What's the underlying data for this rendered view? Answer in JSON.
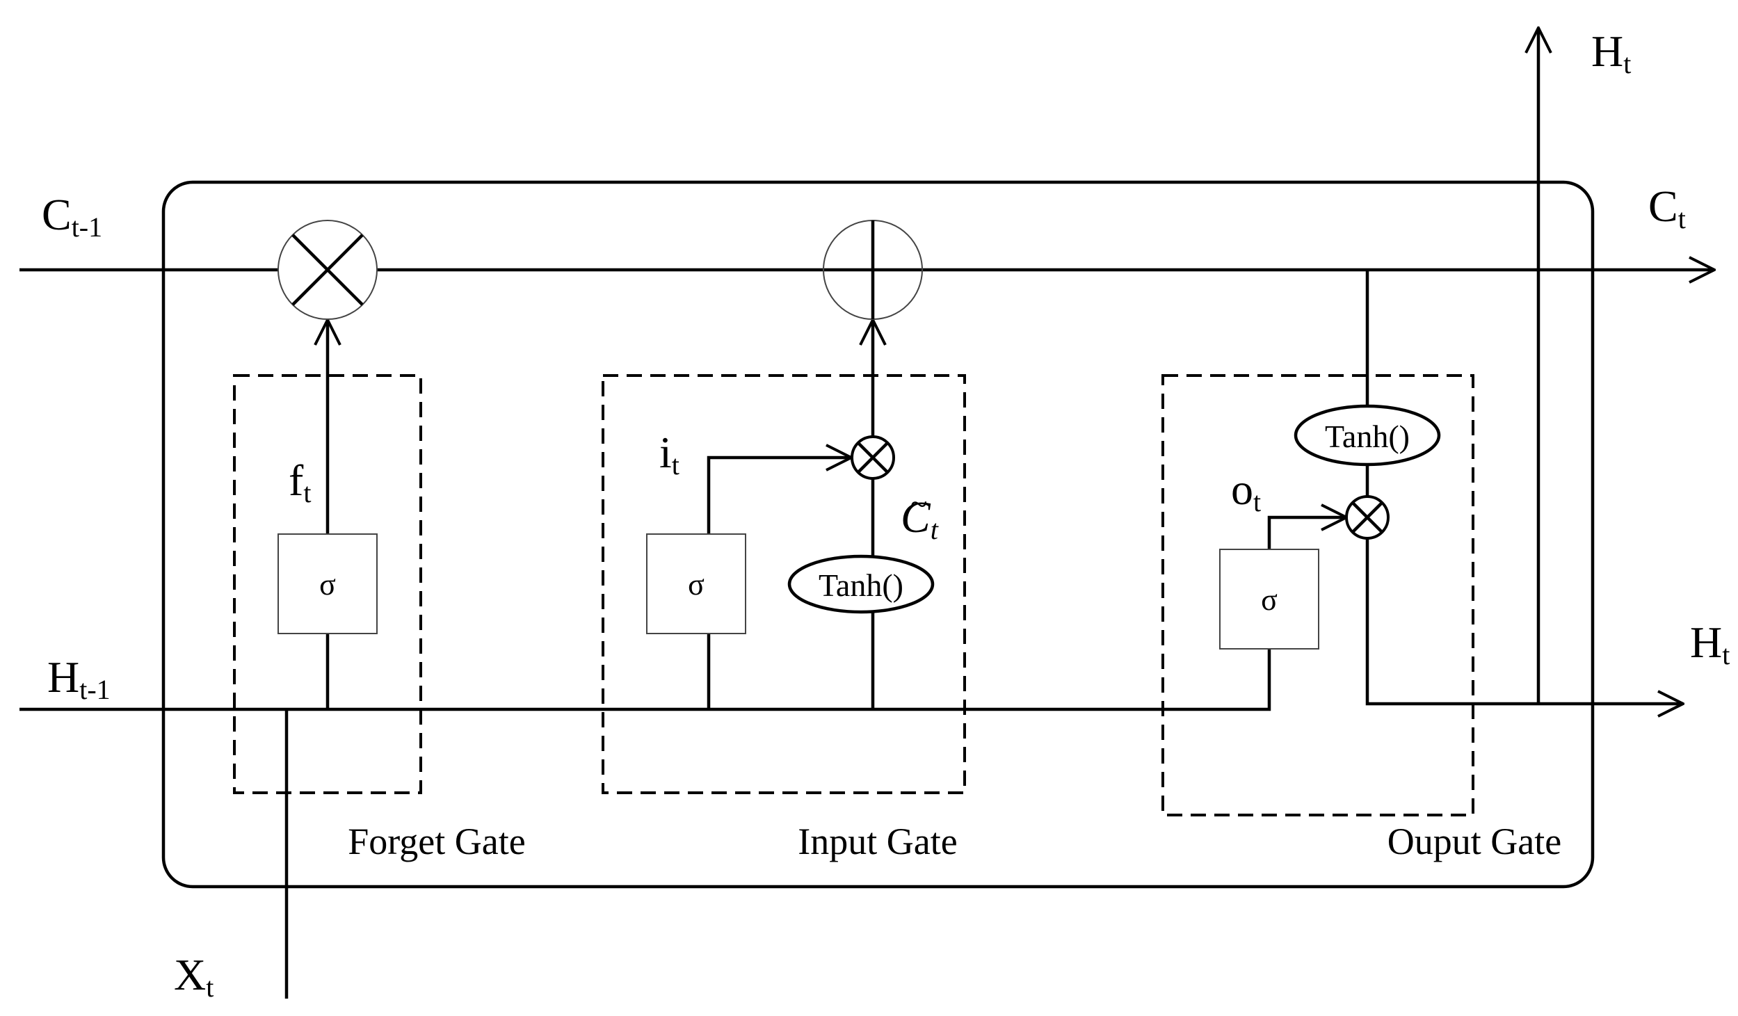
{
  "labels": {
    "c_prev": {
      "main": "C",
      "sub": "t-1"
    },
    "h_prev": {
      "main": "H",
      "sub": "t-1"
    },
    "x_t": {
      "main": "X",
      "sub": "t"
    },
    "c_t": {
      "main": "C",
      "sub": "t"
    },
    "h_t_top": {
      "main": "H",
      "sub": "t"
    },
    "h_t_right": {
      "main": "H",
      "sub": "t"
    },
    "f_t": {
      "main": "f",
      "sub": "t"
    },
    "i_t": {
      "main": "i",
      "sub": "t"
    },
    "o_t": {
      "main": "o",
      "sub": "t"
    },
    "c_tilde": {
      "main": "C",
      "sub": "t",
      "accent": "~"
    }
  },
  "gates": {
    "forget": "Forget Gate",
    "input": "Input Gate",
    "output": "Ouput Gate"
  },
  "ops": {
    "sigma": "σ",
    "tanh": "Tanh()"
  }
}
